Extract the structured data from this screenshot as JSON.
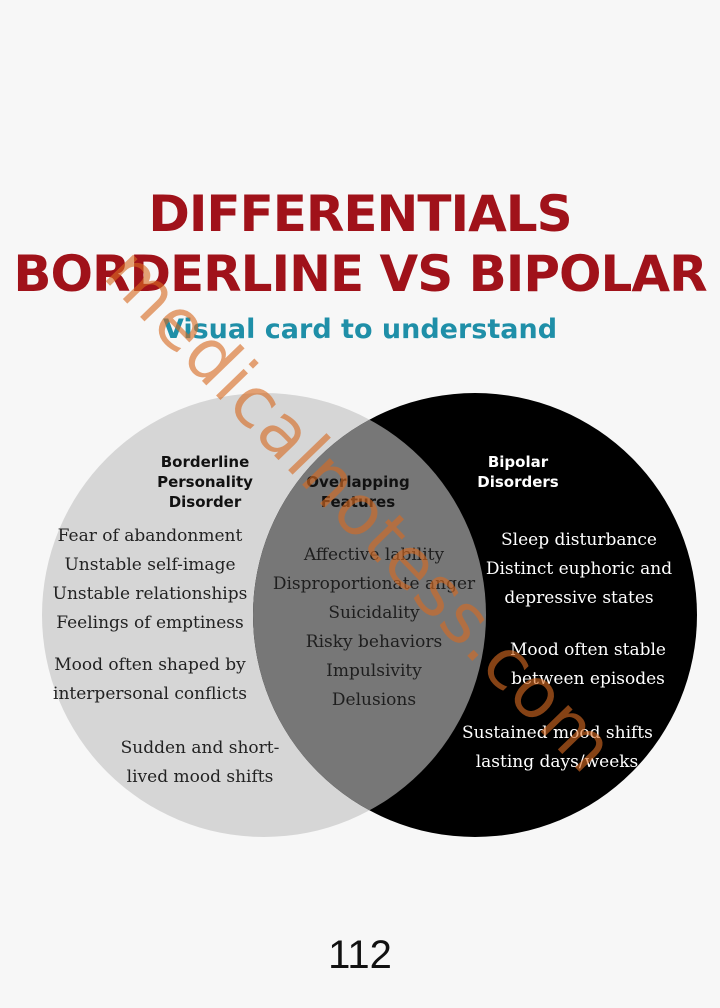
{
  "header": {
    "title_line1": "DIFFERENTIALS",
    "title_line2": "BORDERLINE VS BIPOLAR",
    "subtitle": "Visual card to understand"
  },
  "colors": {
    "title": "#a0121a",
    "subtitle": "#1f8fa8",
    "left_circle": "#d6d6d6",
    "right_circle": "#000000",
    "overlap": "#777777",
    "watermark": "#d66a22"
  },
  "venn": {
    "left": {
      "label_lines": [
        "Borderline",
        "Personality",
        "Disorder"
      ],
      "group1": [
        "Fear of abandonment",
        "Unstable self-image",
        "Unstable relationships",
        "Feelings of emptiness"
      ],
      "group2": [
        "Mood often shaped by",
        "interpersonal conflicts"
      ],
      "group3": [
        "Sudden and short-",
        "lived mood shifts"
      ]
    },
    "overlap": {
      "label_lines": [
        "Overlapping",
        "Features"
      ],
      "items": [
        "Affective lability",
        "Disproportionate anger",
        "Suicidality",
        "Risky behaviors",
        "Impulsivity",
        "Delusions"
      ]
    },
    "right": {
      "label_lines": [
        "Bipolar",
        "Disorders"
      ],
      "group1": [
        "Sleep disturbance",
        "Distinct euphoric and",
        "depressive states"
      ],
      "group2": [
        "Mood often stable",
        "between episodes"
      ],
      "group3": [
        "Sustained mood shifts",
        "lasting days/weeks"
      ]
    }
  },
  "watermark": "medicalnotess.com",
  "page_number": "112"
}
